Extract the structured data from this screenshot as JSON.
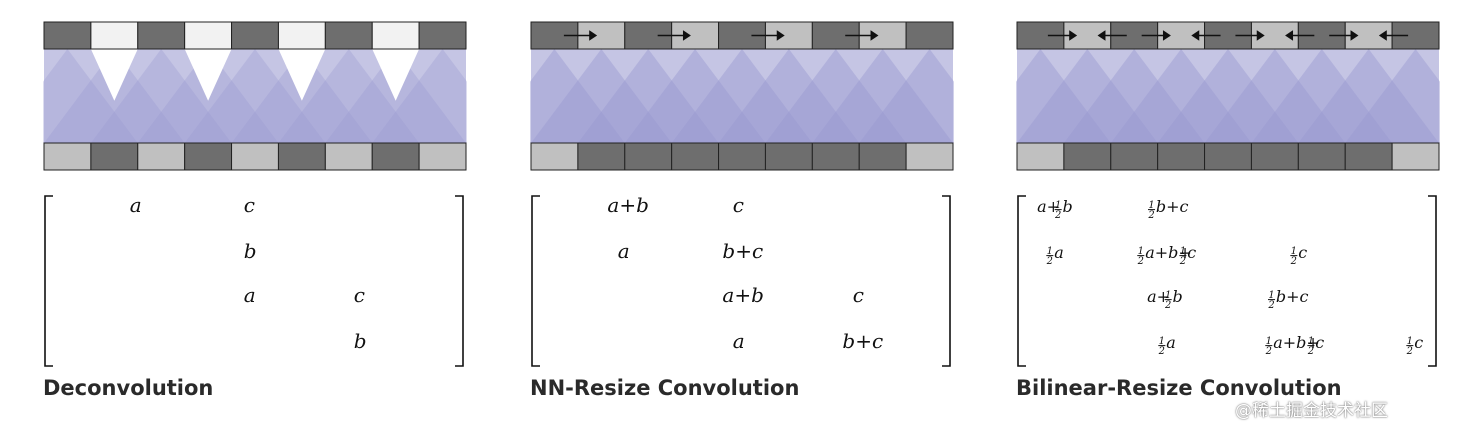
{
  "panels": [
    {
      "caption": "Deconvolution",
      "matrix": [
        [
          [
            "a"
          ],
          [
            "c"
          ]
        ],
        [
          [
            "b"
          ]
        ],
        [
          [
            "a"
          ],
          [
            "c"
          ]
        ],
        [
          [
            "b"
          ]
        ]
      ]
    },
    {
      "caption": "NN-Resize Convolution",
      "matrix": [
        [
          [
            "a+b"
          ],
          [
            "c"
          ]
        ],
        [
          [
            "a"
          ],
          [
            "b+c"
          ]
        ],
        [
          [
            "a+b"
          ],
          [
            "c"
          ]
        ],
        [
          [
            "a"
          ],
          [
            "b+c"
          ]
        ]
      ]
    },
    {
      "caption": "Bilinear-Resize Convolution",
      "matrix": [
        [
          [
            "a+",
            "1/2",
            "b"
          ],
          [
            "1/2",
            "b+c"
          ]
        ],
        [
          [
            "1/2",
            "a"
          ],
          [
            "1/2",
            "a+b+",
            "1/2",
            "c"
          ],
          [
            "1/2",
            "c"
          ]
        ],
        [
          [
            "a+",
            "1/2",
            "b"
          ],
          [
            "1/2",
            "b+c"
          ]
        ],
        [
          [
            "1/2",
            "a"
          ],
          [
            "1/2",
            "a+b+",
            "1/2",
            "c"
          ],
          [
            "1/2",
            "c"
          ]
        ]
      ]
    }
  ],
  "watermark": "@稀土掘金技术社区",
  "colors": {
    "dark_cell": "#6e6e6e",
    "light_cell": "#c0c0c0",
    "white_cell": "#f2f2f2",
    "triangle": "#9a9ad0",
    "band": "#c5c5e4"
  }
}
